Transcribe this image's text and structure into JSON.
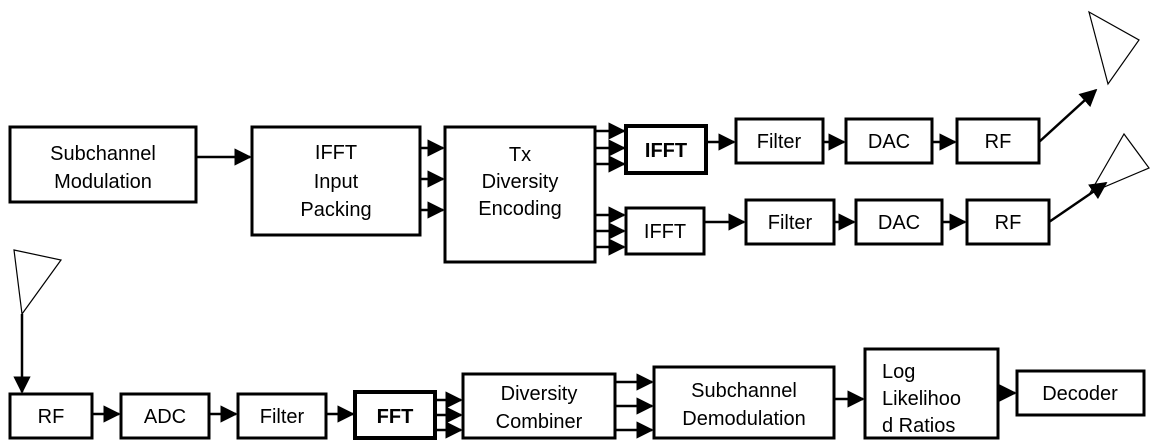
{
  "tx_chain": {
    "subchannel_modulation": [
      "Subchannel",
      "Modulation"
    ],
    "ifft_input_packing": [
      "IFFT",
      "Input",
      "Packing"
    ],
    "tx_diversity_encoding": [
      "Tx",
      "Diversity",
      "Encoding"
    ],
    "branch_a": {
      "ifft": "IFFT",
      "filter": "Filter",
      "dac": "DAC",
      "rf": "RF"
    },
    "branch_b": {
      "ifft": "IFFT",
      "filter": "Filter",
      "dac": "DAC",
      "rf": "RF"
    }
  },
  "rx_chain": {
    "rf": "RF",
    "adc": "ADC",
    "filter": "Filter",
    "fft": "FFT",
    "diversity_combiner": [
      "Diversity",
      "Combiner"
    ],
    "subchannel_demodulation": [
      "Subchannel",
      "Demodulation"
    ],
    "log_likelihood_ratios": [
      "Log",
      "Likelihoo",
      "d Ratios"
    ],
    "decoder": "Decoder"
  }
}
